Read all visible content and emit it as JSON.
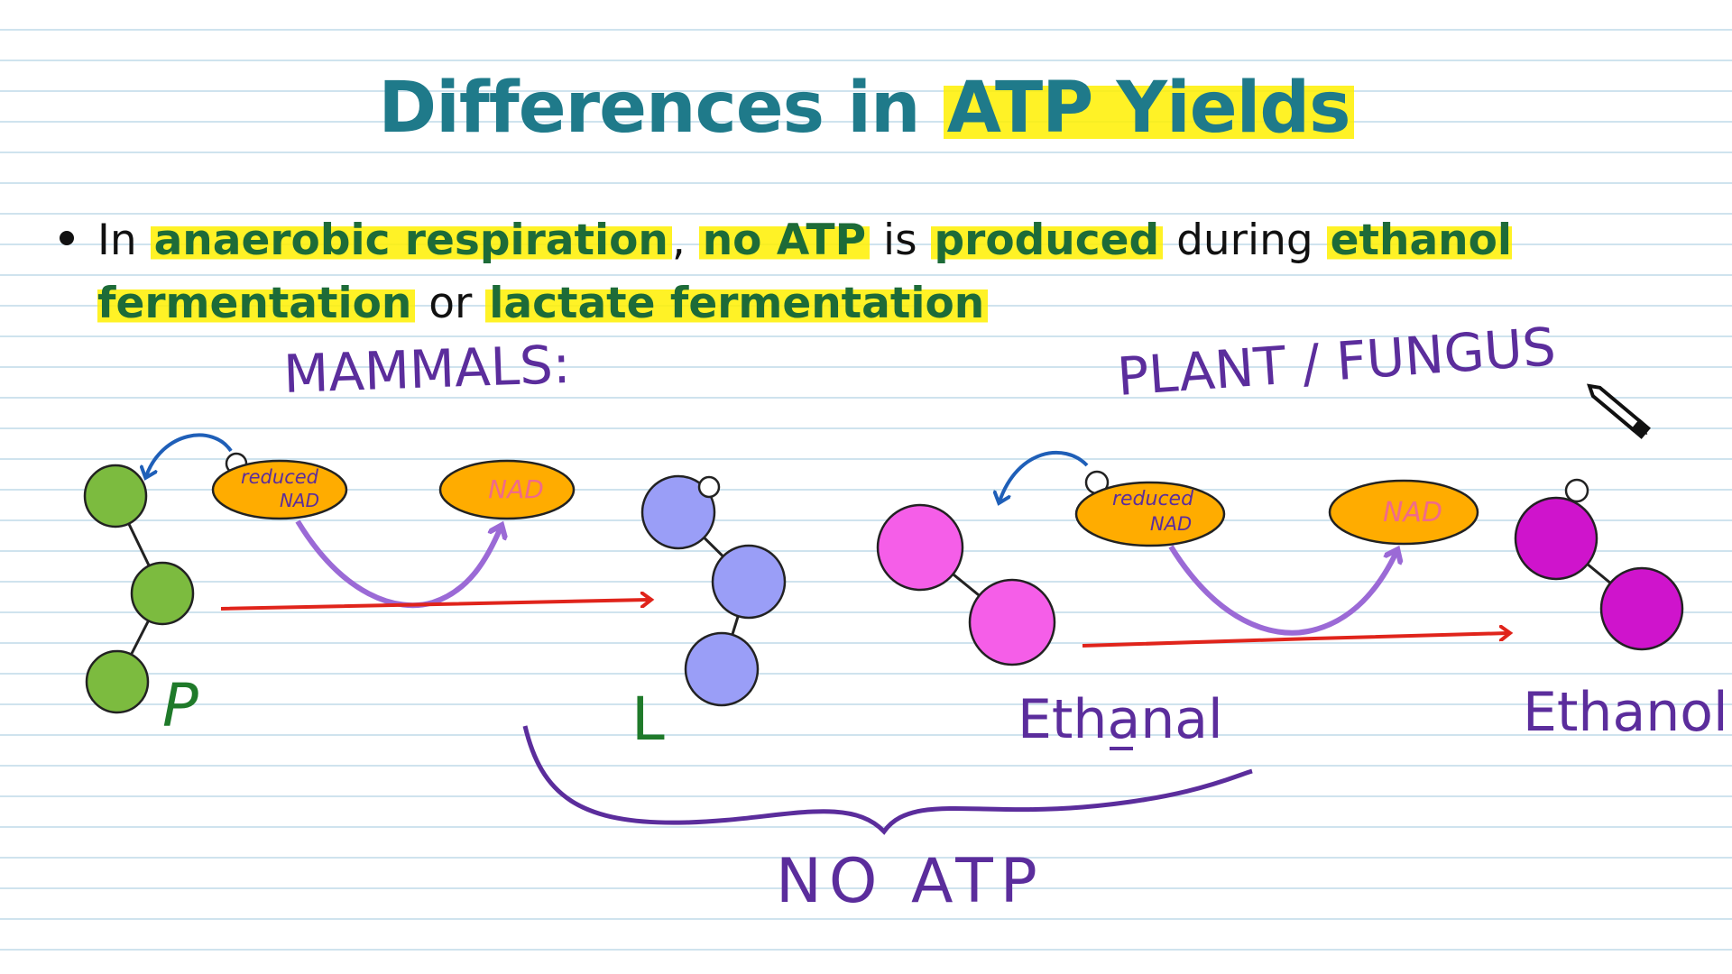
{
  "title": {
    "part1": "Differences in ",
    "part2": "ATP Yields"
  },
  "bullet": {
    "s1": "In ",
    "s2": "anaerobic respiration",
    "s3": ", ",
    "s4": "no ATP",
    "s5": " is ",
    "s6": "produced",
    "s7": " during ",
    "s8": "ethanol fermentation",
    "s9": " or ",
    "s10": "lactate fermentation"
  },
  "annotations": {
    "mammals": "MAMMALS:",
    "plant_fungus": "PLANT / FUNGUS",
    "pyruvate_label": "P",
    "lactate_label": "L",
    "ethanal_label": "Ethanal",
    "ethanol_label": "Ethanol",
    "no_atp": "NO ATP",
    "left_reduced_nad": [
      "reduced",
      "NAD"
    ],
    "left_nad": "NAD",
    "right_reduced_nad": [
      "reduced",
      "NAD"
    ],
    "right_nad": "NAD"
  },
  "colors": {
    "title": "#1f7a8a",
    "highlight": "#fff000",
    "highlight_text": "#1d6b38",
    "pen_purple": "#5b2d9c",
    "pen_green": "#1f7a2a",
    "arrow_red": "#e0241b",
    "arrow_blue": "#1f5fb8",
    "arrow_lilac": "#9b6ad6",
    "pyruvate_ball": "#7cbb3f",
    "lactate_ball": "#9a9ef7",
    "ethanal_ball": "#f55ee8",
    "ethanol_ball": "#cf14cc",
    "nad_oval": "#ffac00"
  },
  "icons": {
    "cursor": "pen-cursor-icon"
  }
}
